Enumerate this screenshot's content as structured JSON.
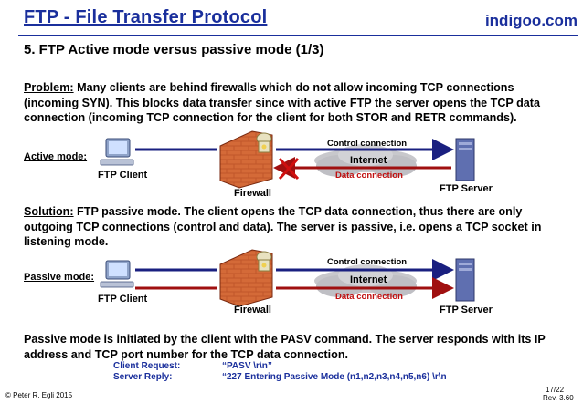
{
  "header": {
    "title": "FTP - File Transfer Protocol",
    "brand": "indigoo.com"
  },
  "slide_title": "5. FTP Active mode versus passive mode (1/3)",
  "problem": {
    "lead": "Problem:",
    "text": " Many clients are behind firewalls which do not allow incoming TCP connections (incoming SYN). This blocks data transfer since with active FTP the server opens the TCP data connection (incoming TCP connection for the client for both STOR and RETR commands)."
  },
  "active_diagram": {
    "mode_label": "Active mode:",
    "client_label": "FTP Client",
    "firewall_label": "Firewall",
    "server_label": "FTP Server",
    "control_label": "Control connection",
    "internet_label": "Internet",
    "data_label": "Data connection"
  },
  "solution": {
    "lead": "Solution:",
    "text": " FTP passive mode. The client opens the TCP data connection, thus there are only outgoing TCP connections (control and data). The server is passive, i.e. opens a TCP socket in listening mode."
  },
  "passive_diagram": {
    "mode_label": "Passive mode:",
    "client_label": "FTP Client",
    "firewall_label": "Firewall",
    "server_label": "FTP Server",
    "control_label": "Control connection",
    "internet_label": "Internet",
    "data_label": "Data connection"
  },
  "conclusion": "Passive mode is initiated by the client with the PASV command. The server responds with its IP address and TCP port number for the TCP data connection.",
  "commands": {
    "request_label": "Client Request:",
    "request_value": "“PASV \\r\\n”",
    "reply_label": "Server Reply:",
    "reply_value": "“227 Entering Passive Mode (n1,n2,n3,n4,n5,n6) \\r\\n"
  },
  "footer": {
    "copyright": "© Peter R. Egli 2015",
    "page": "17/22",
    "rev": "Rev. 3.60"
  },
  "colors": {
    "brand_blue": "#1a2f9c",
    "control_arrow": "#1a2080",
    "data_arrow": "#a01010",
    "block_cross": "#d01010"
  }
}
